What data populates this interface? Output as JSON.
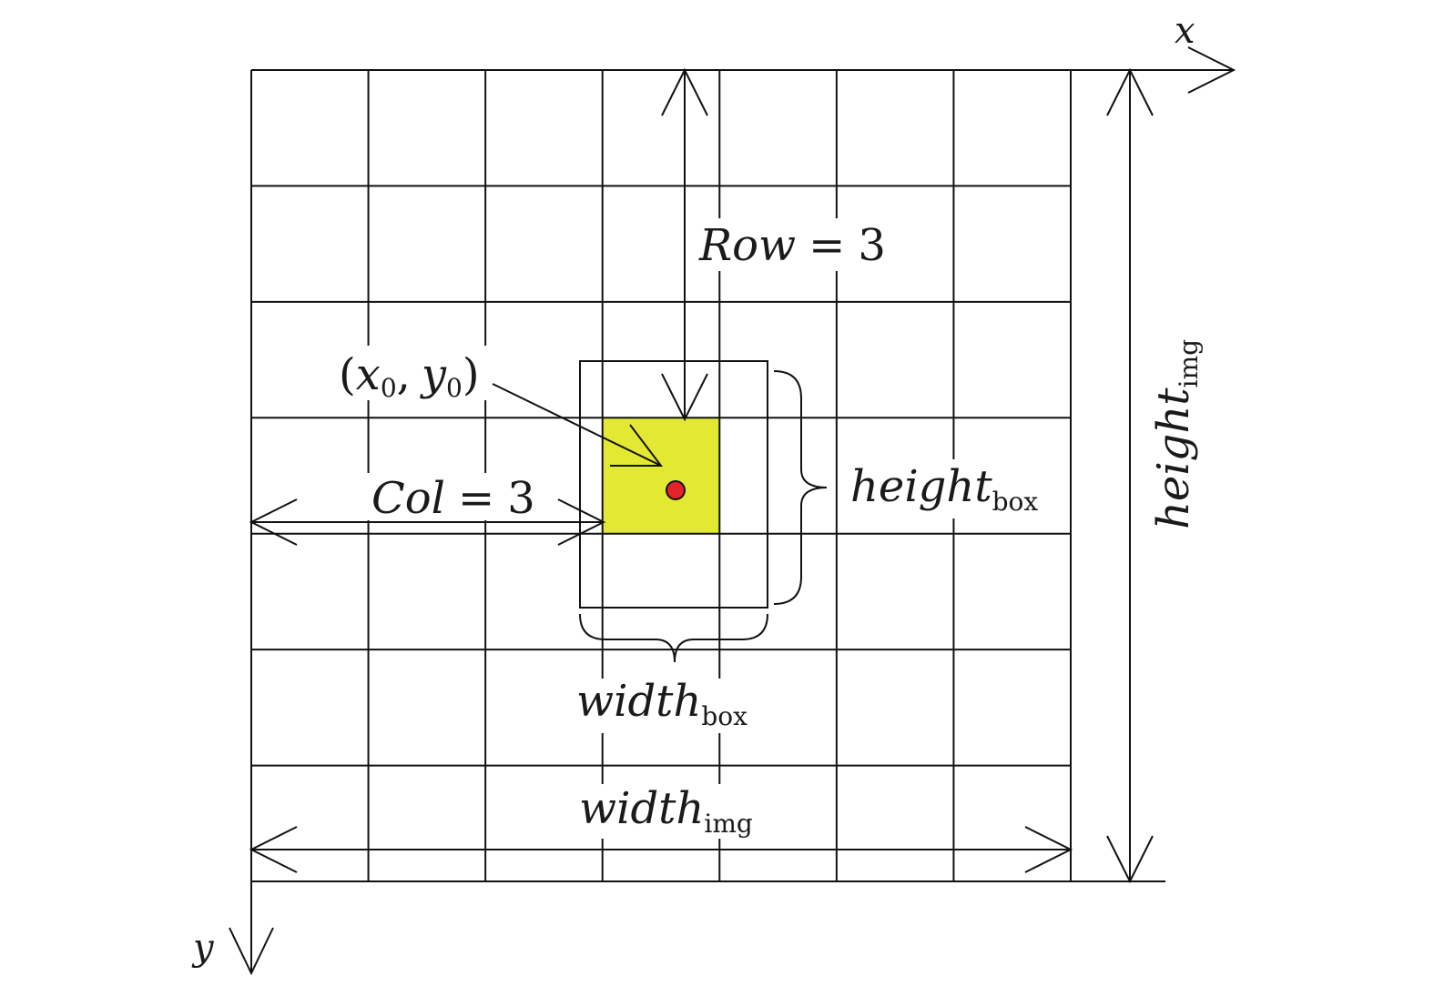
{
  "axes": {
    "x_label": "x",
    "y_label": "y"
  },
  "grid": {
    "rows": 7,
    "cols": 7
  },
  "highlight_cell": {
    "row": 3,
    "col": 3,
    "fill": "#e3e932"
  },
  "center_point": {
    "fill": "#e4222a"
  },
  "labels": {
    "row": {
      "text": "Row = 3",
      "main": "Row",
      "eq": "=",
      "value": "3"
    },
    "col": {
      "text": "Col = 3",
      "main": "Col",
      "eq": "=",
      "value": "3"
    },
    "point": {
      "open": "(",
      "x": "x",
      "x_sub": "0",
      "sep": ",",
      "y": "y",
      "y_sub": "0",
      "close": ")"
    },
    "height_box": {
      "main": "height",
      "sub": "box"
    },
    "width_box": {
      "main": "width",
      "sub": "box"
    },
    "width_img": {
      "main": "width",
      "sub": "img"
    },
    "height_img": {
      "main": "height",
      "sub": "img"
    }
  },
  "colors": {
    "line": "#111111",
    "highlight": "#e3e932",
    "point": "#e4222a"
  }
}
